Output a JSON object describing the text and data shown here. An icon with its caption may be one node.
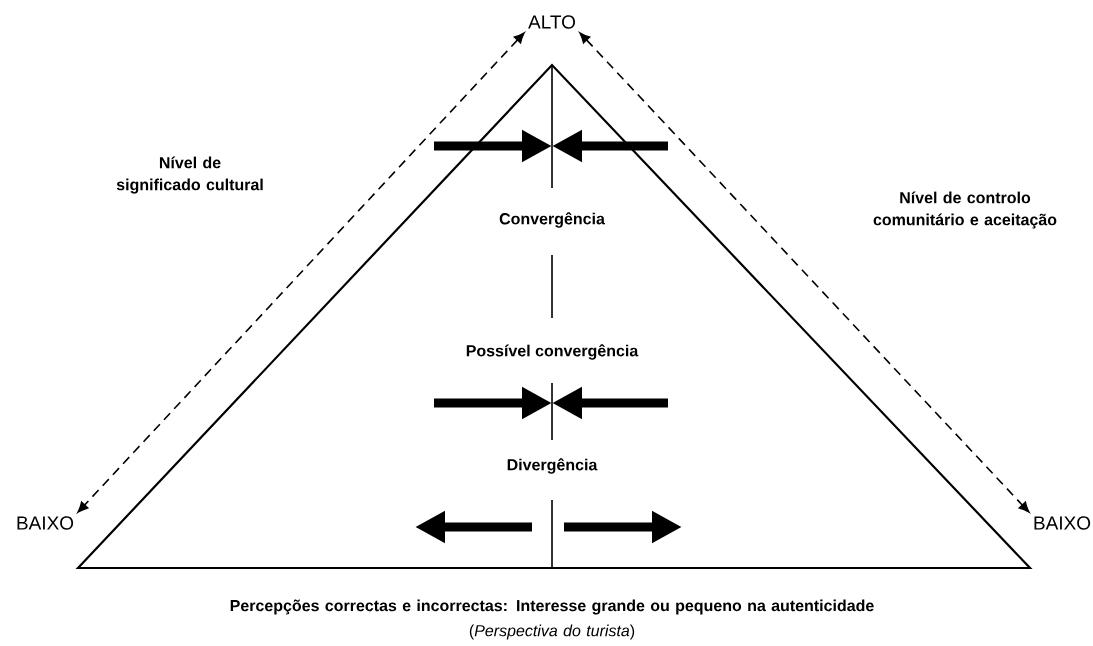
{
  "diagram": {
    "nodes": [
      {
        "text": [
          "ALTO"
        ]
      },
      {
        "text": [
          "BAIXO"
        ]
      },
      {
        "text": [
          "BAIXO"
        ]
      },
      {
        "text": [
          "Convergência",
          "Possível convergência",
          "Divergência"
        ]
      }
    ],
    "edges": [
      {
        "from": 0,
        "to": 1,
        "arrow": "both",
        "style": "dashed"
      },
      {
        "from": 0,
        "to": 2,
        "arrow": "both",
        "style": "dashed"
      }
    ],
    "labels": [
      "Nível de significado cultural",
      "Nível de controlo comunitário e aceitação",
      "Percepções correctas e incorrectas: Interesse grande ou pequeno na autenticidade",
      "(*Perspectiva do turista*)"
    ]
  }
}
